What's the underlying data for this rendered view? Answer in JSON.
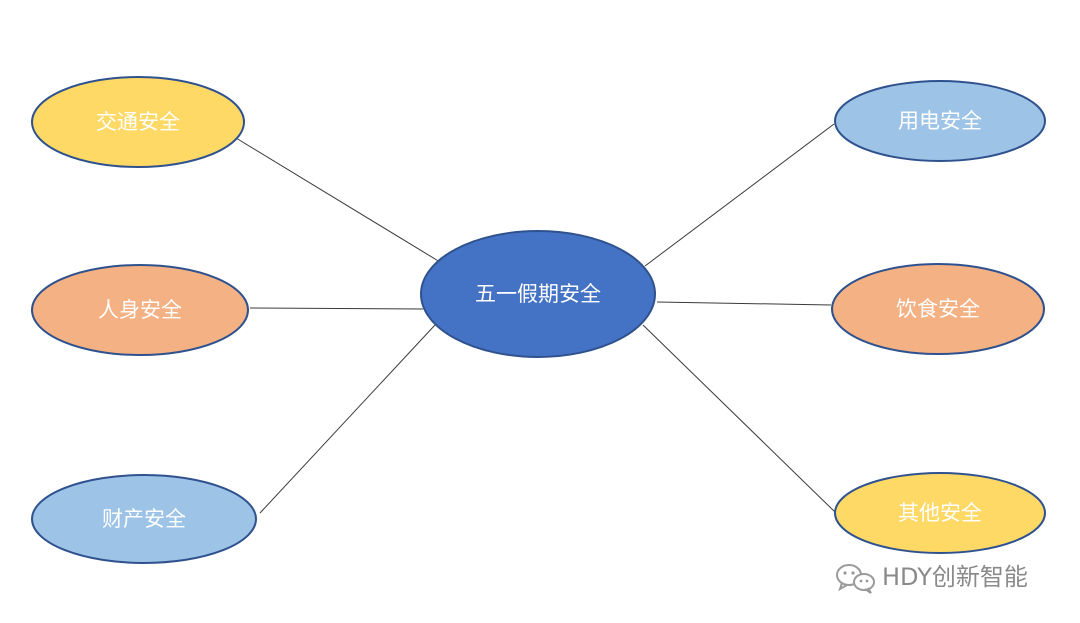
{
  "diagram": {
    "center": {
      "label": "五一假期安全",
      "color": "#4472c4"
    },
    "nodes": [
      {
        "label": "交通安全",
        "color": "#ffd966"
      },
      {
        "label": "人身安全",
        "color": "#f4b183"
      },
      {
        "label": "财产安全",
        "color": "#9dc3e6"
      },
      {
        "label": "用电安全",
        "color": "#9dc3e6"
      },
      {
        "label": "饮食安全",
        "color": "#f4b183"
      },
      {
        "label": "其他安全",
        "color": "#ffd966"
      }
    ],
    "outline_color": "#2f528f",
    "connector_color": "#3a3a3a"
  },
  "watermark": {
    "text": "HDY创新智能",
    "icon": "wechat-icon"
  }
}
